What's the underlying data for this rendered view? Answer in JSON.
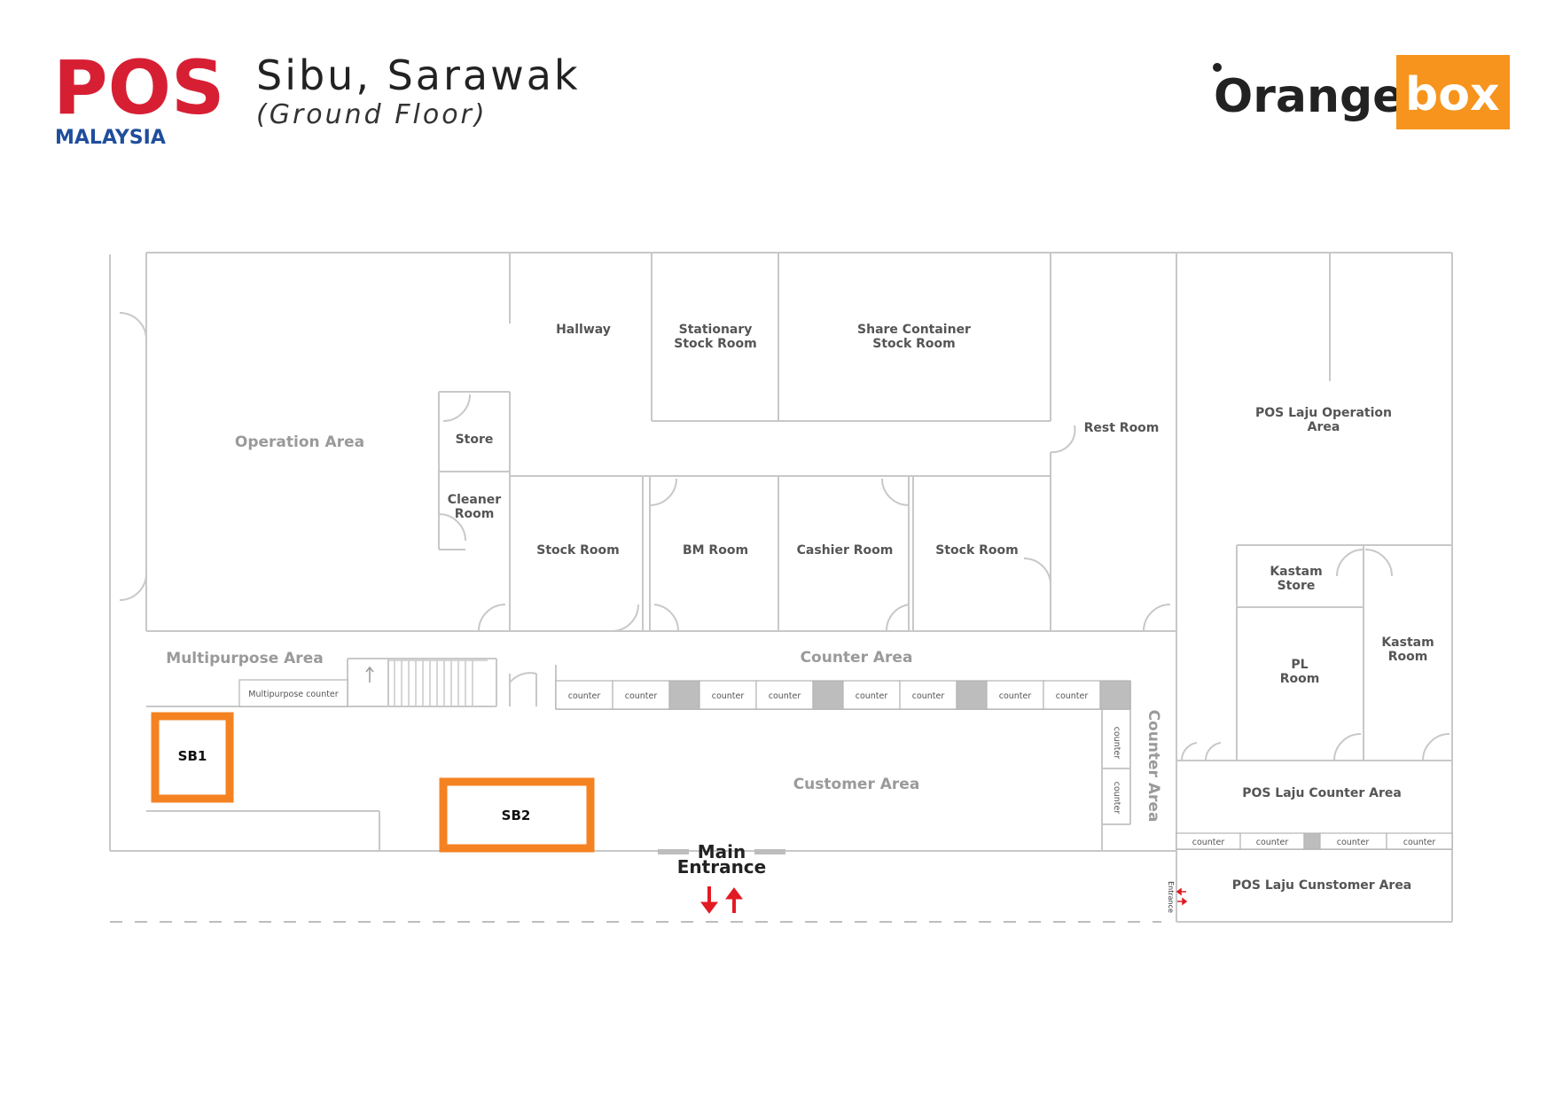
{
  "header": {
    "title": "Sibu, Sarawak",
    "subtitle": "(Ground Floor)"
  },
  "logos": {
    "pos": {
      "text": "POS",
      "sub": "MALAYSIA",
      "color": "#d71f34",
      "sub_color": "#1f4e9c"
    },
    "orangebox": {
      "word1": "Orange",
      "word2": "box",
      "accent": "#f7941d"
    }
  },
  "colors": {
    "wall": "#c8c8c8",
    "stall_outline": "#f58220",
    "arrow": "#e21b23",
    "counter_block": "#bdbdbd"
  },
  "rooms": {
    "hallway": "Hallway",
    "stationary_line1": "Stationary",
    "stationary_line2": "Stock Room",
    "share_line1": "Share Container",
    "share_line2": "Stock Room",
    "operation_area": "Operation Area",
    "store": "Store",
    "cleaner_line1": "Cleaner",
    "cleaner_line2": "Room",
    "rest_room": "Rest Room",
    "pos_laju_op_line1": "POS Laju Operation",
    "pos_laju_op_line2": "Area",
    "stock_room_1": "Stock Room",
    "bm_room": "BM Room",
    "cashier_room": "Cashier Room",
    "stock_room_2": "Stock Room",
    "kastam_store_line1": "Kastam",
    "kastam_store_line2": "Store",
    "kastam_room_line1": "Kastam",
    "kastam_room_line2": "Room",
    "pl_room_line1": "PL",
    "pl_room_line2": "Room",
    "multipurpose_area": "Multipurpose Area",
    "multipurpose_counter": "Multipurpose counter",
    "counter_area": "Counter Area",
    "counter_area_vertical": "Counter Area",
    "customer_area": "Customer Area",
    "pos_laju_counter_area": "POS Laju Counter Area",
    "pos_laju_customer_area": "POS Laju Cunstomer Area"
  },
  "counter_label": "counter",
  "stalls": {
    "sb1": "SB1",
    "sb2": "SB2"
  },
  "entrance": {
    "main_line1": "Main",
    "main_line2": "Entrance",
    "side": "Entrance"
  }
}
